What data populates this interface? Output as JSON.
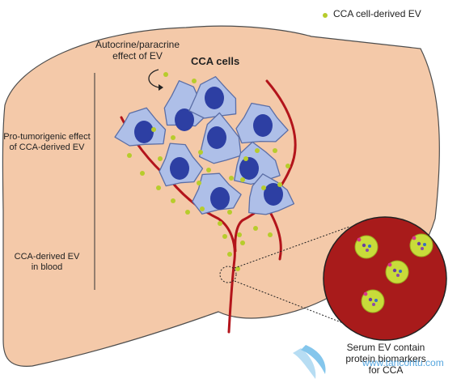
{
  "legend": {
    "label": "CCA cell-derived EV",
    "dot_color": "#b7cc2c"
  },
  "labels": {
    "autocrine": [
      "Autocrine/paracrine",
      "effect of EV"
    ],
    "cca_cells": "CCA cells",
    "pro_tumorigenic": [
      "Pro-tumorigenic effect",
      "of CCA-derived EV"
    ],
    "ev_in_blood": [
      "CCA-derived EV",
      "in blood"
    ],
    "serum": [
      "Serum EV contain",
      "protein biomarkers",
      "for CCA"
    ]
  },
  "watermark": {
    "text": "www.tancontu.com"
  },
  "colors": {
    "liver_fill": "#f4c9a9",
    "liver_stroke": "#4d4d4d",
    "cell_fill": "#aebfe8",
    "cell_stroke": "#5b6ea6",
    "nucleus": "#2d3fa3",
    "vessel": "#b3141b",
    "blood": "#a81b1b",
    "ev": "#b7cc2c"
  }
}
